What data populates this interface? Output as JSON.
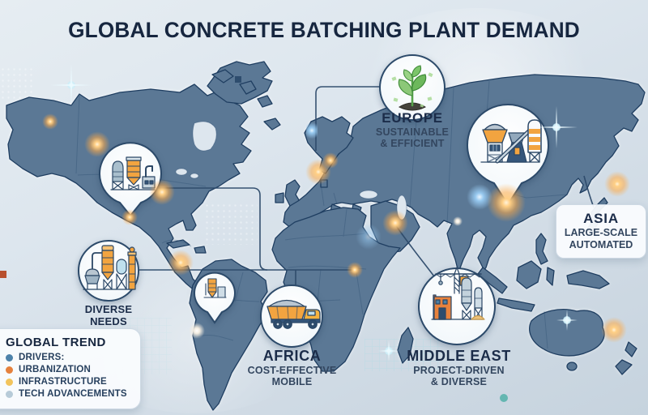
{
  "title": "GLOBAL CONCRETE BATCHING PLANT DEMAND",
  "callouts": {
    "north_america": {
      "line1": "DIVERSE",
      "line2": "NEEDS"
    },
    "europe": {
      "name": "EUROPE",
      "line1": "SUSTAINABLE",
      "line2": "& EFFICIENT"
    },
    "asia": {
      "name": "ASIA",
      "line1": "LARGE-SCALE",
      "line2": "AUTOMATED"
    },
    "middle_east": {
      "name": "MIDDLE EAST",
      "line1": "PROJECT-DRIVEN",
      "line2": "& DIVERSE"
    },
    "africa": {
      "name": "AFRICA",
      "line1": "COST-EFFECTIVE",
      "line2": "MOBILE"
    }
  },
  "legend": {
    "title": "GLOBAL TREND",
    "items": [
      {
        "label": "DRIVERS:",
        "color": "#4d82aa"
      },
      {
        "label": "URBANIZATION",
        "color": "#e5813d"
      },
      {
        "label": "INFRASTRUCTURE",
        "color": "#f2c45c"
      },
      {
        "label": "TECH ADVANCEMENTS",
        "color": "#b7cbd8"
      }
    ]
  },
  "icons": {
    "north_america_pin": "batching-silos-icon",
    "south_america_pin": "mini-plant-icon",
    "diverse_needs": "industrial-plant-icon",
    "europe": "seedling-icon",
    "asia_pin": "batching-plant-icon",
    "middle_east": "crane-construction-icon",
    "africa": "dump-truck-icon"
  },
  "colors": {
    "background": "#dde6ee",
    "land": "#5b7895",
    "coastline": "#1f3e61",
    "accent_orange": "#f0a23c",
    "accent_yellow": "#f2c45c",
    "accent_blue": "#4d82aa",
    "accent_lightblue": "#b7cbd8",
    "text": "#16263f"
  }
}
